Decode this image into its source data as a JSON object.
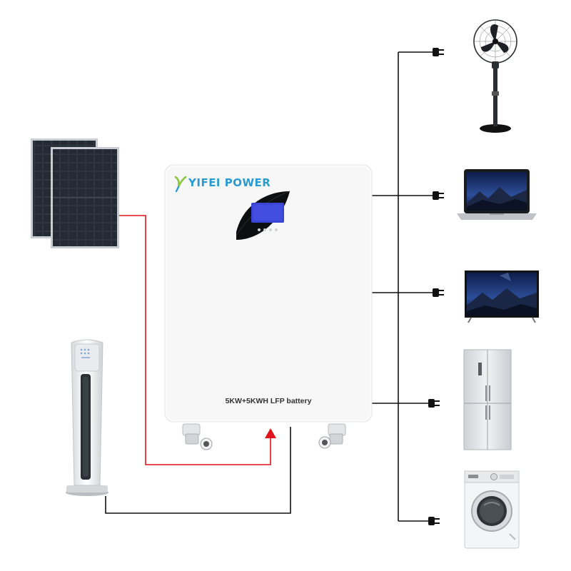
{
  "brand": {
    "name": "YIFEI POWER",
    "color": "#2a9bd0",
    "accent": "#8cc63f"
  },
  "battery": {
    "label": "5KW+5KWH LFP battery",
    "screen_color": "#3a45d6"
  },
  "wires": {
    "solar_color": "#e0141a",
    "load_color": "#111111"
  },
  "devices": {
    "sources": [
      "solar-panels",
      "tower-air-conditioner"
    ],
    "loads": [
      "stand-fan",
      "laptop",
      "television",
      "refrigerator",
      "washing-machine"
    ]
  }
}
